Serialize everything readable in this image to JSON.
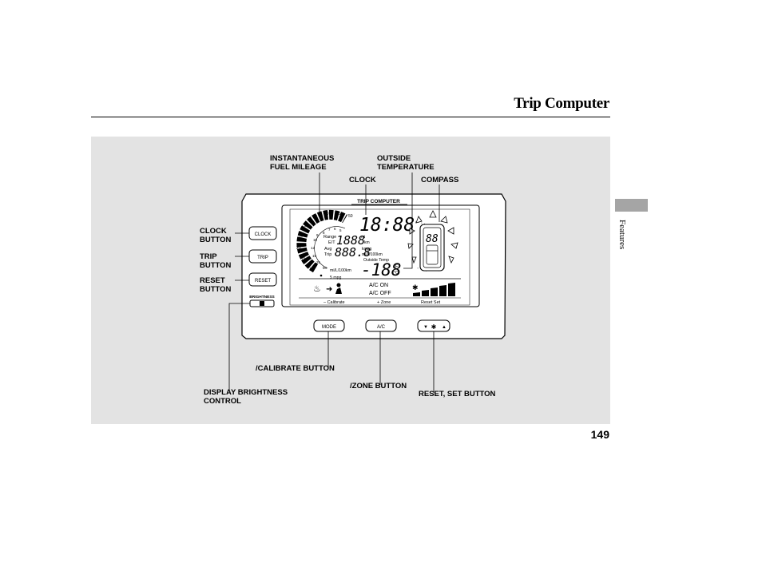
{
  "header": {
    "title": "Trip Computer"
  },
  "side_tab": {
    "label": "Features"
  },
  "page_number": "149",
  "callouts": {
    "instantaneous_fuel": [
      "INSTANTANEOUS",
      "FUEL MILEAGE"
    ],
    "outside_temp": [
      "OUTSIDE",
      "TEMPERATURE"
    ],
    "clock": "CLOCK",
    "compass": "COMPASS",
    "clock_button": [
      "CLOCK",
      "BUTTON"
    ],
    "trip_button": [
      "TRIP",
      "BUTTON"
    ],
    "reset_button": [
      "RESET",
      "BUTTON"
    ],
    "calibrate_button": "/CALIBRATE BUTTON",
    "zone_button": "/ZONE BUTTON",
    "reset_set_button": "RESET, SET BUTTON",
    "brightness_control": [
      "DISPLAY BRIGHTNESS",
      "CONTROL"
    ]
  },
  "device": {
    "header_label": "TRIP COMPUTER",
    "buttons": {
      "clock": "CLOCK",
      "trip": "TRIP",
      "reset": "RESET",
      "mode": "MODE",
      "ac": "A/C"
    },
    "brightness_label": "BRIGHTNESS",
    "display": {
      "clock_digits": "18:88",
      "range_label": "Range",
      "et_label": "E/T",
      "range_digits": "1888",
      "range_units": [
        "mi",
        "km"
      ],
      "avg_label": "Avg",
      "trip_label": "Trip",
      "avg_digits": "888.8",
      "avg_units": [
        "kmpg",
        "mi/L/100km"
      ],
      "outside_temp_label": "Outside Temp",
      "temp_digits": "-188",
      "temp_units": [
        "°F",
        "°C"
      ],
      "compass_digits": "88",
      "gauge_units": [
        "mi/L/100km",
        "5 mpg"
      ],
      "gauge_outer_ticks": [
        "35",
        "40",
        "45",
        "50",
        "30",
        "25",
        "20",
        "15",
        "10"
      ],
      "gauge_inner_ticks": [
        "7",
        "6",
        "5",
        "8",
        "9",
        "10",
        "12",
        "15",
        "25",
        "50"
      ],
      "ac_on": "A/C ON",
      "ac_off": "A/C OFF",
      "calibrate": "– Calibrate",
      "zone": "+ Zone",
      "reset_set": "Reset Set"
    }
  }
}
